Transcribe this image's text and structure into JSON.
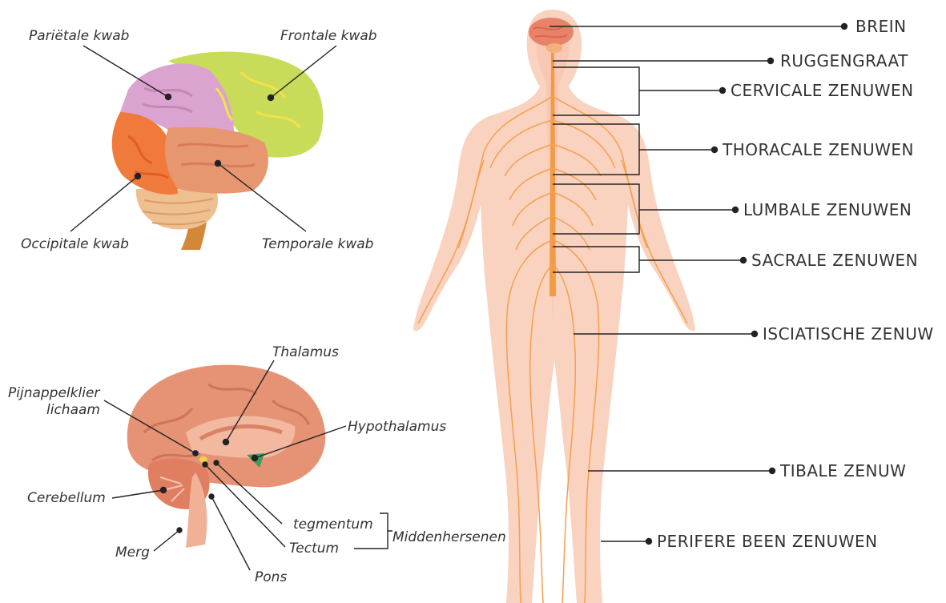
{
  "brain_lobes": {
    "parietal": "Pariëtale kwab",
    "frontal": "Frontale kwab",
    "occipital": "Occipitale kwab",
    "temporal": "Temporale kwab"
  },
  "brain_section": {
    "thalamus": "Thalamus",
    "pineal_line1": "Pijnappelklier",
    "pineal_line2": "lichaam",
    "hypothalamus": "Hypothalamus",
    "cerebellum": "Cerebellum",
    "tegmentum": "tegmentum",
    "midbrain": "Middenhersenen",
    "tectum": "Tectum",
    "medulla": "Merg",
    "pons": "Pons"
  },
  "nervous_system": {
    "brain": "BREIN",
    "spine": "RUGGENGRAAT",
    "cervical": "CERVICALE ZENUWEN",
    "thoracic": "THORACALE ZENUWEN",
    "lumbar": "LUMBALE ZENUWEN",
    "sacral": "SACRALE ZENUWEN",
    "sciatic": "ISCIATISCHE ZENUW",
    "tibial": "TIBALE ZENUW",
    "peripheral_leg": "PERIFERE BEEN ZENUWEN"
  },
  "colors": {
    "frontal_lobe": "#c9dc59",
    "parietal_lobe": "#dba4d0",
    "occipital_lobe": "#f07a3c",
    "temporal_lobe": "#e8956f",
    "cerebellum": "#e8b48a",
    "brain_body": "#e69275",
    "body_skin": "#f9d2c0",
    "nerves": "#f5a04d",
    "leader_line": "#222222"
  }
}
